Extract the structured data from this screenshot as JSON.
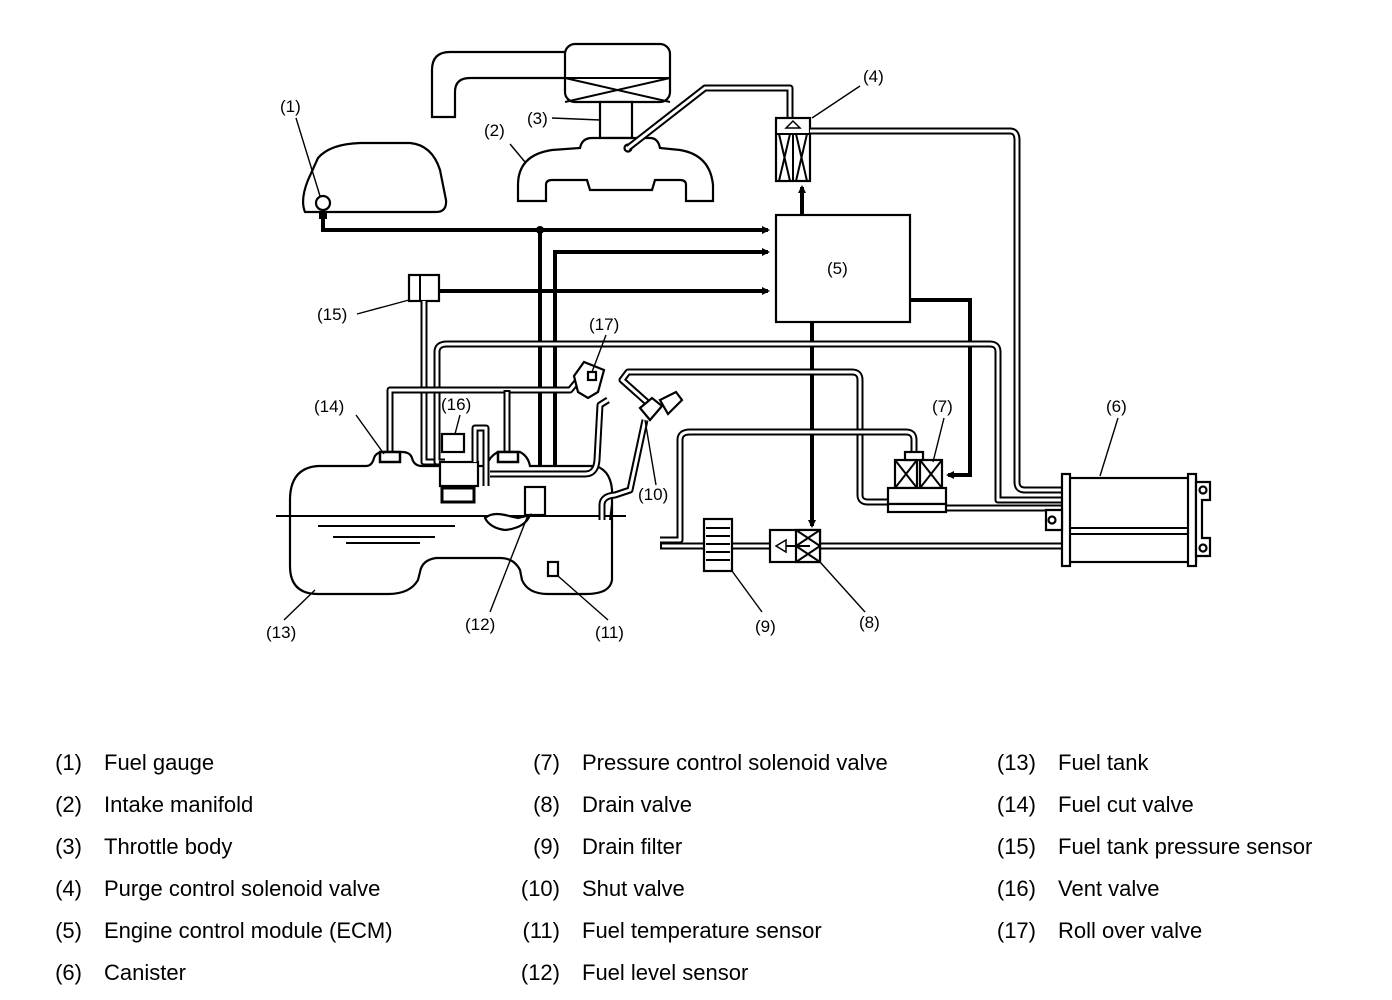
{
  "diagram": {
    "title": "Evaporative emission control system",
    "callouts": {
      "c1": "(1)",
      "c2": "(2)",
      "c3": "(3)",
      "c4": "(4)",
      "c5": "(5)",
      "c6": "(6)",
      "c7": "(7)",
      "c8": "(8)",
      "c9": "(9)",
      "c10": "(10)",
      "c11": "(11)",
      "c12": "(12)",
      "c13": "(13)",
      "c14": "(14)",
      "c15": "(15)",
      "c16": "(16)",
      "c17": "(17)"
    }
  },
  "legend": {
    "columns": [
      [
        {
          "num": "(1)",
          "label": "Fuel gauge"
        },
        {
          "num": "(2)",
          "label": "Intake manifold"
        },
        {
          "num": "(3)",
          "label": "Throttle body"
        },
        {
          "num": "(4)",
          "label": "Purge control solenoid valve"
        },
        {
          "num": "(5)",
          "label": "Engine control module (ECM)"
        },
        {
          "num": "(6)",
          "label": "Canister"
        }
      ],
      [
        {
          "num": "(7)",
          "label": "Pressure control solenoid valve"
        },
        {
          "num": "(8)",
          "label": "Drain valve"
        },
        {
          "num": "(9)",
          "label": "Drain filter"
        },
        {
          "num": "(10)",
          "label": "Shut valve"
        },
        {
          "num": "(11)",
          "label": "Fuel temperature sensor"
        },
        {
          "num": "(12)",
          "label": "Fuel level sensor"
        }
      ],
      [
        {
          "num": "(13)",
          "label": "Fuel tank"
        },
        {
          "num": "(14)",
          "label": "Fuel cut valve"
        },
        {
          "num": "(15)",
          "label": "Fuel tank pressure sensor"
        },
        {
          "num": "(16)",
          "label": "Vent valve"
        },
        {
          "num": "(17)",
          "label": "Roll over valve"
        }
      ]
    ]
  }
}
